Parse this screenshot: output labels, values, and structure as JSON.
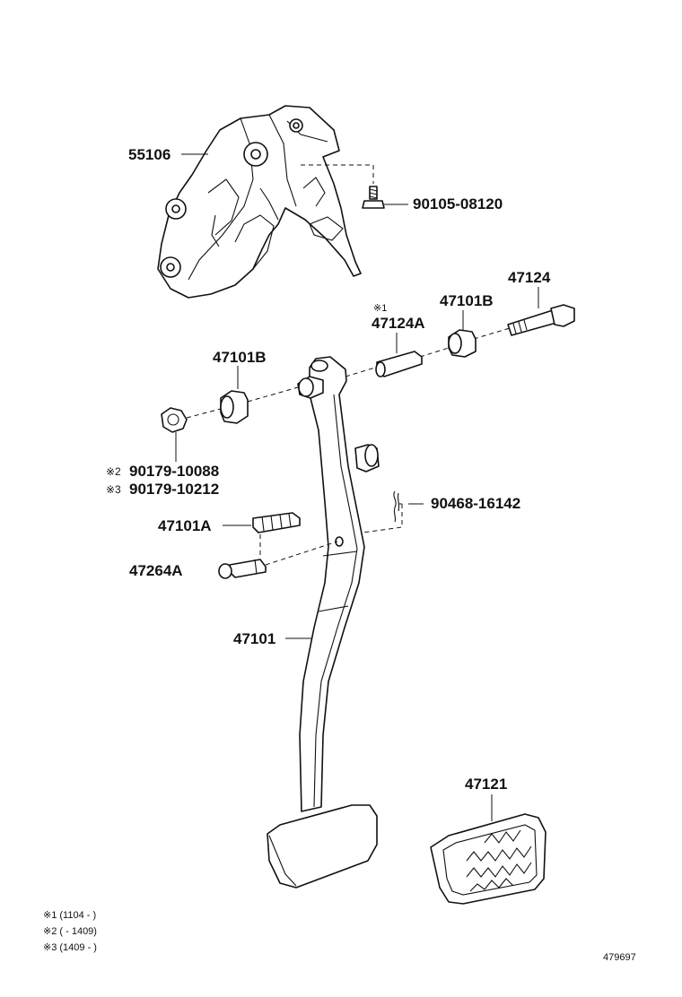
{
  "labels": {
    "p55106": "55106",
    "p90105": "90105-08120",
    "p47124": "47124",
    "mark_x1": "※1",
    "p47124A": "47124A",
    "p47101B_right": "47101B",
    "p47101B_left": "47101B",
    "mark_x2_part": "※2 90179-10088",
    "mark_x3_part": "※3 90179-10212",
    "p90468": "90468-16142",
    "p47101A": "47101A",
    "p47264A": "47264A",
    "p47101": "47101",
    "p47121": "47121"
  },
  "notes": [
    "※1 (1104 -        )",
    "※2 (         - 1409)",
    "※3 (1409 -        )"
  ],
  "diagram_id": "479697"
}
